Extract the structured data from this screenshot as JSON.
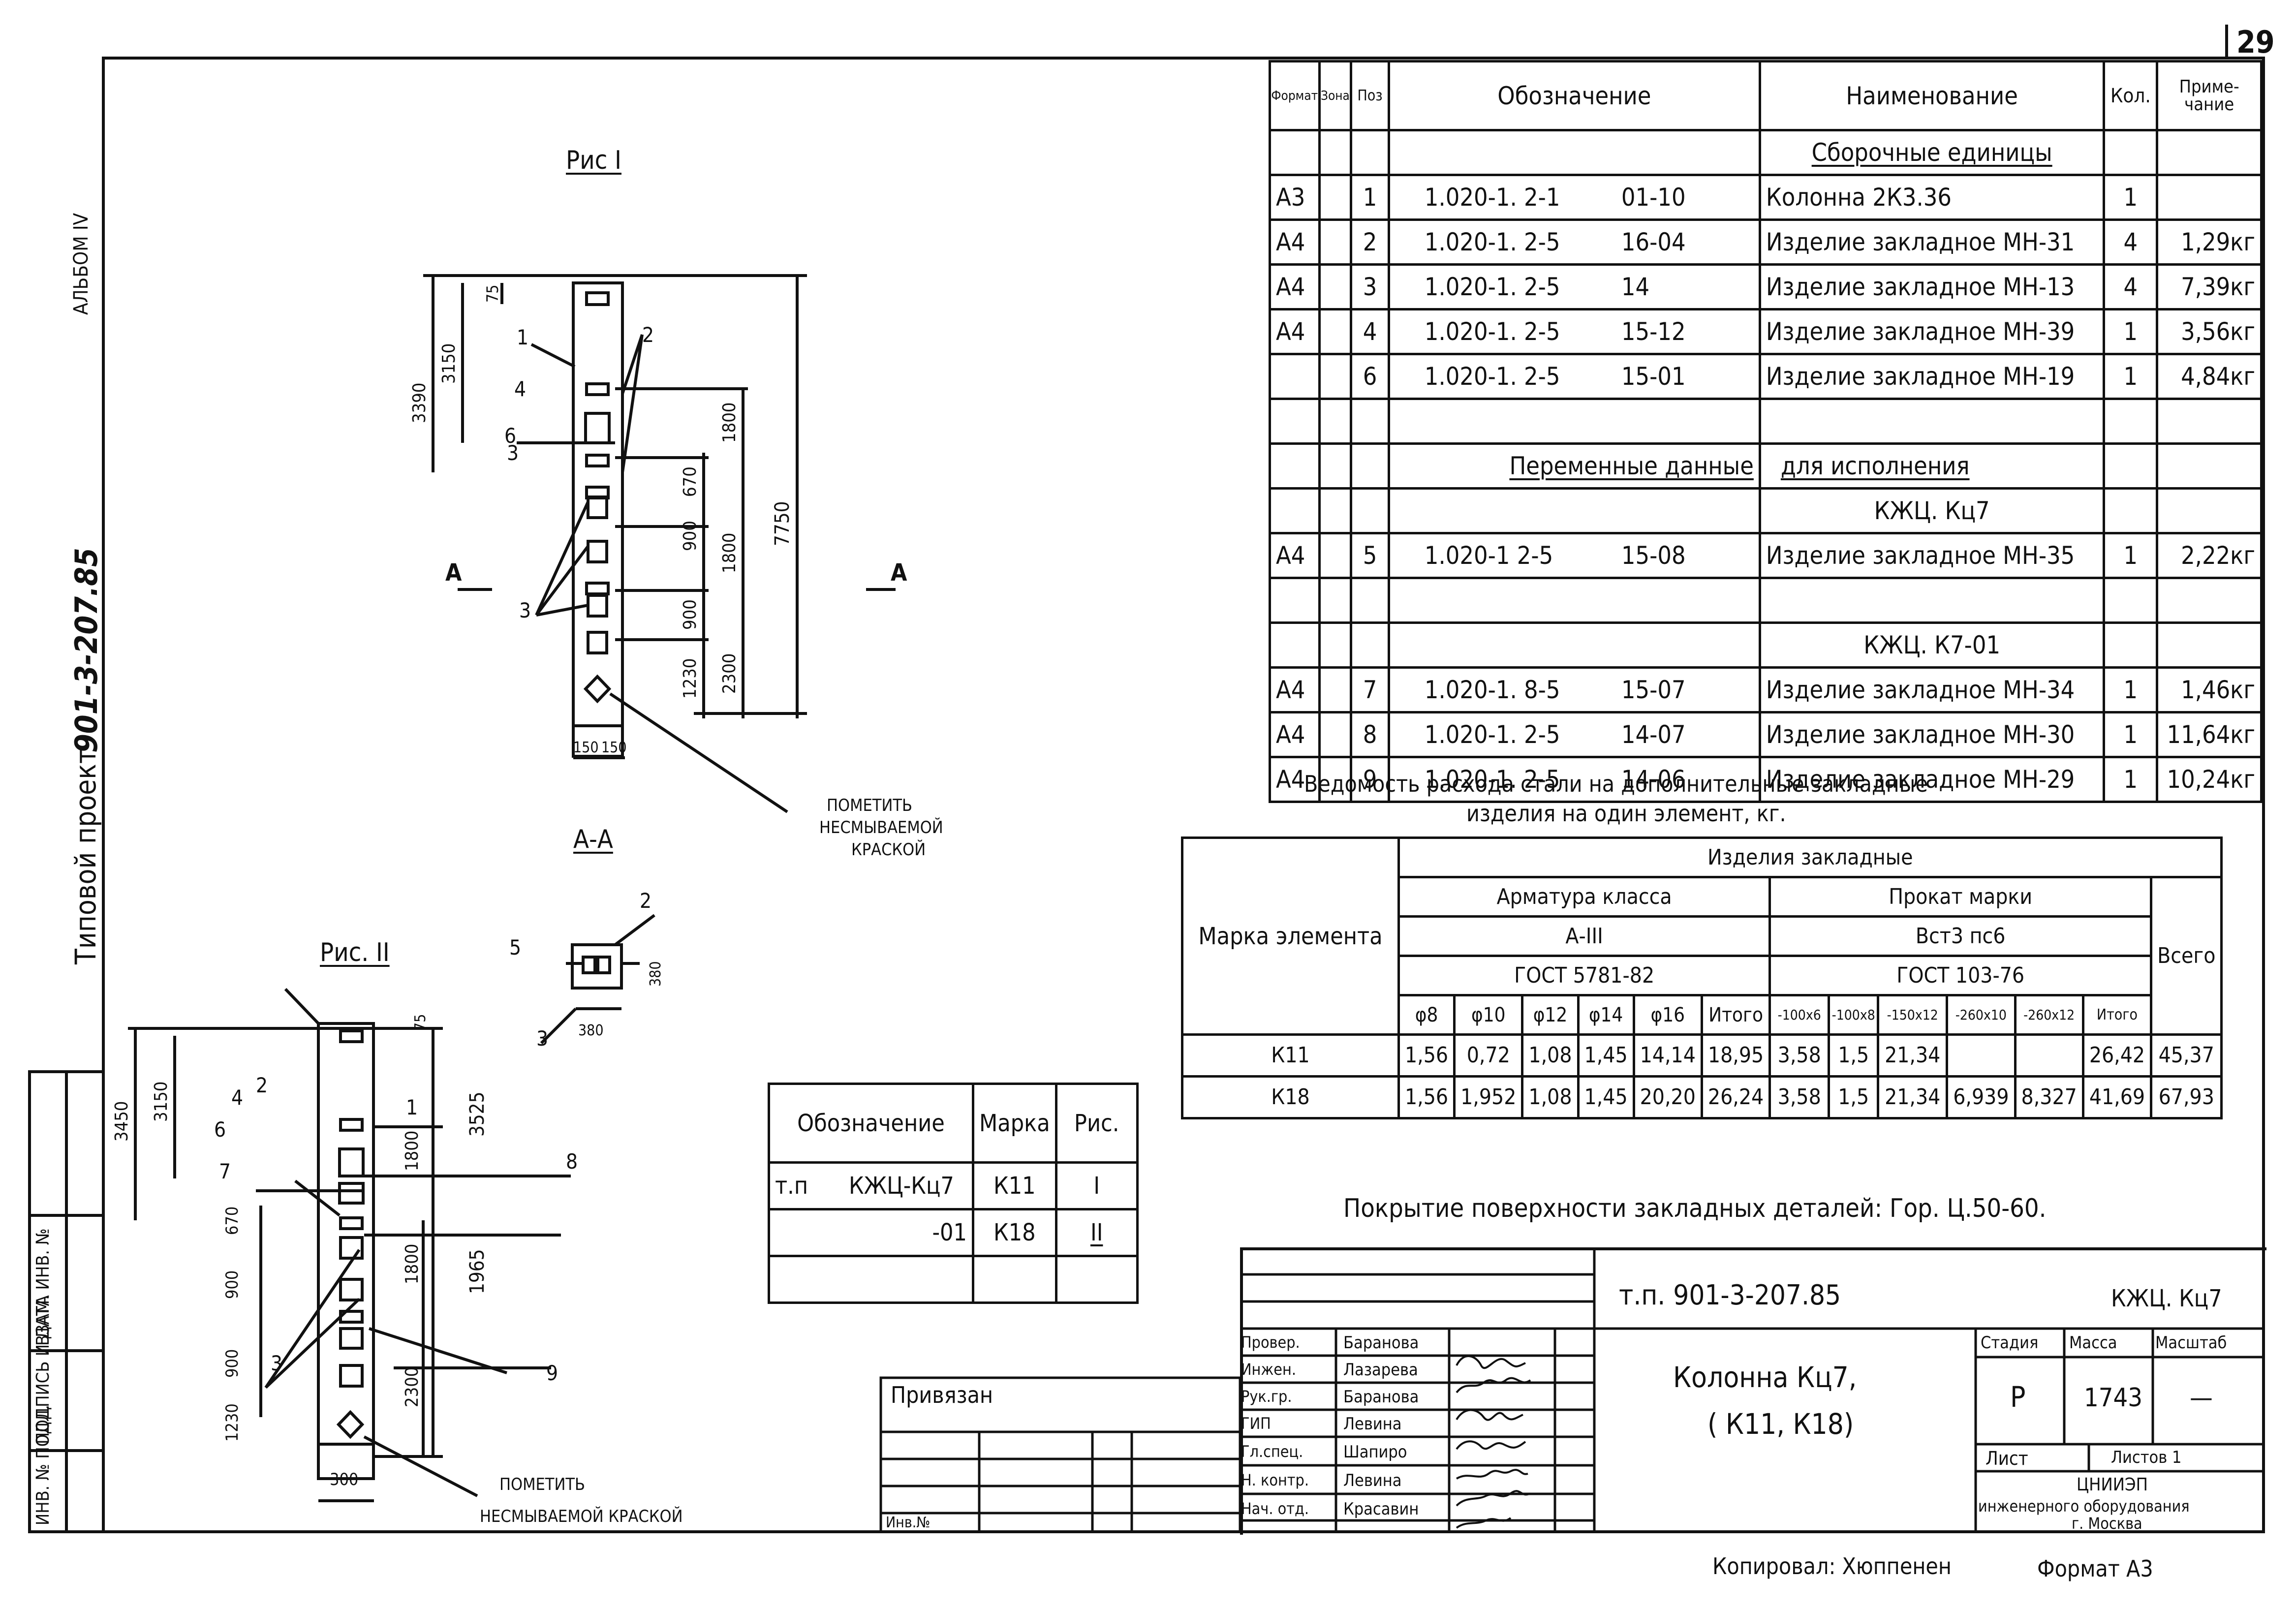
{
  "sheet_number": "29",
  "side": {
    "album": "АЛЬБОМ IV",
    "project_label": "Типовой проект",
    "project_number": "901-3-207.85",
    "stamp_cells": [
      "ИНВ. № ПОДЛ.",
      "ПОДПИСЬ И ДАТА",
      "ВЗАМ. ИНВ. №"
    ]
  },
  "drawing": {
    "fig1_title": "Рис I",
    "fig2_title": "Рис. II",
    "section_title": "А-А",
    "section_mark": "А",
    "note_fig1": [
      "ПОМЕТИТЬ",
      "НЕСМЫВАЕМОЙ",
      "КРАСКОЙ"
    ],
    "note_fig2": [
      "ПОМЕТИТЬ",
      "НЕСМЫВАЕМОЙ  КРАСКОЙ"
    ],
    "fig1_dims": [
      "3390",
      "3150",
      "75",
      "1800",
      "670",
      "900",
      "1800",
      "900",
      "1230",
      "2300",
      "7750",
      "150",
      "150"
    ],
    "fig1_positions": [
      "1",
      "2",
      "4",
      "3",
      "6",
      "3"
    ],
    "section_dims": [
      "380",
      "380"
    ],
    "section_positions": [
      "2",
      "5",
      "3"
    ],
    "fig2_dims": [
      "3450",
      "3150",
      "75",
      "3525",
      "670",
      "1800",
      "900",
      "900",
      "1230",
      "1965",
      "1800",
      "2300",
      "300"
    ],
    "fig2_positions": [
      "1",
      "2",
      "4",
      "6",
      "7",
      "8",
      "3",
      "9"
    ]
  },
  "spec": {
    "headers": [
      "Формат",
      "Зона",
      "Поз",
      "Обозначение",
      "Наименование",
      "Кол.",
      "Приме-чание"
    ],
    "section1": "Сборочные единицы",
    "rows1": [
      {
        "fmt": "А3",
        "pos": "1",
        "code": "1.020-1. 2-1",
        "sub": "01-10",
        "name": "Колонна 2К3.36",
        "qty": "1",
        "note": ""
      },
      {
        "fmt": "А4",
        "pos": "2",
        "code": "1.020-1. 2-5",
        "sub": "16-04",
        "name": "Изделие закладное МН-31",
        "qty": "4",
        "note": "1,29кг"
      },
      {
        "fmt": "А4",
        "pos": "3",
        "code": "1.020-1. 2-5",
        "sub": "14",
        "name": "Изделие закладное МН-13",
        "qty": "4",
        "note": "7,39кг"
      },
      {
        "fmt": "А4",
        "pos": "4",
        "code": "1.020-1. 2-5",
        "sub": "15-12",
        "name": "Изделие закладное МН-39",
        "qty": "1",
        "note": "3,56кг"
      },
      {
        "fmt": "",
        "pos": "6",
        "code": "1.020-1. 2-5",
        "sub": "15-01",
        "name": "Изделие закладное МН-19",
        "qty": "1",
        "note": "4,84кг"
      }
    ],
    "section2_left": "Переменные данные",
    "section2_right": "для исполнения",
    "variant1": "КЖЦ. Кц7",
    "rows2": [
      {
        "fmt": "А4",
        "pos": "5",
        "code": "1.020-1 2-5",
        "sub": "15-08",
        "name": "Изделие закладное МН-35",
        "qty": "1",
        "note": "2,22кг"
      }
    ],
    "variant2": "КЖЦ. К7-01",
    "rows3": [
      {
        "fmt": "А4",
        "pos": "7",
        "code": "1.020-1. 8-5",
        "sub": "15-07",
        "name": "Изделие закладное МН-34",
        "qty": "1",
        "note": "1,46кг"
      },
      {
        "fmt": "А4",
        "pos": "8",
        "code": "1.020-1. 2-5",
        "sub": "14-07",
        "name": "Изделие закладное МН-30",
        "qty": "1",
        "note": "11,64кг"
      },
      {
        "fmt": "А4",
        "pos": "9",
        "code": "1.020-1. 2-5",
        "sub": "14-06",
        "name": "Изделие закладное МН-29",
        "qty": "1",
        "note": "10,24кг"
      }
    ]
  },
  "steel": {
    "caption1": "Ведомость расхода стали на дополнительные закладные",
    "caption2": "изделия на один элемент, кг.",
    "mark_header": "Марка элемента",
    "group": "Изделия закладные",
    "arm_class": "Арматура класса",
    "arm_grade": "А-III",
    "arm_gost": "ГОСТ 5781-82",
    "prokat": "Прокат марки",
    "prokat_grade": "Вст3 пс6",
    "prokat_gost": "ГОСТ 103-76",
    "total_header": "Всего",
    "cols": [
      "φ8",
      "φ10",
      "φ12",
      "φ14",
      "φ16",
      "Итого",
      "-100х6",
      "-100х8",
      "-150х12",
      "-260х10",
      "-260х12",
      "Итого"
    ],
    "rows": [
      {
        "mark": "К11",
        "vals": [
          "1,56",
          "0,72",
          "1,08",
          "1,45",
          "14,14",
          "18,95",
          "3,58",
          "1,5",
          "21,34",
          "",
          "",
          "26,42"
        ],
        "total": "45,37"
      },
      {
        "mark": "К18",
        "vals": [
          "1,56",
          "1,952",
          "1,08",
          "1,45",
          "20,20",
          "26,24",
          "3,58",
          "1,5",
          "21,34",
          "6,939",
          "8,327",
          "41,69"
        ],
        "total": "67,93"
      }
    ]
  },
  "coating": "Покрытие поверхности закладных деталей: Гор. Ц.50-60.",
  "marks_table": {
    "headers": [
      "Обозначение",
      "Марка",
      "Рис."
    ],
    "rows": [
      {
        "prefix": "т.п",
        "code": "КЖЦ-Кц7",
        "mark": "К11",
        "fig": "I"
      },
      {
        "prefix": "",
        "code": "-01",
        "mark": "К18",
        "fig": "II"
      }
    ]
  },
  "title_block": {
    "doc_code": "т.п. 901-3-207.85",
    "doc_mark": "КЖЦ. Кц7",
    "title1": "Колонна Кц7,",
    "title2": "( К11, К18)",
    "stage_h": "Стадия",
    "mass_h": "Масса",
    "scale_h": "Масштаб",
    "stage": "Р",
    "mass": "1743",
    "scale": "—",
    "sheet_h": "Лист",
    "sheets_h": "Листов 1",
    "org1": "ЦНИИЭП",
    "org2": "инженерного оборудования",
    "org3": "г. Москва",
    "roles": [
      {
        "role": "Провер.",
        "name": "Баранова"
      },
      {
        "role": "Инжен.",
        "name": "Лазарева"
      },
      {
        "role": "Рук.гр.",
        "name": "Баранова"
      },
      {
        "role": "ГИП",
        "name": "Левина"
      },
      {
        "role": "Гл.спец.",
        "name": "Шапиро"
      },
      {
        "role": "Н. контр.",
        "name": "Левина"
      },
      {
        "role": "Нач. отд.",
        "name": "Красавин"
      }
    ],
    "privyazan": "Привязан",
    "inv": "Инв.№"
  },
  "footer": {
    "copied": "Копировал: Хюппенен",
    "format": "Формат А3"
  }
}
